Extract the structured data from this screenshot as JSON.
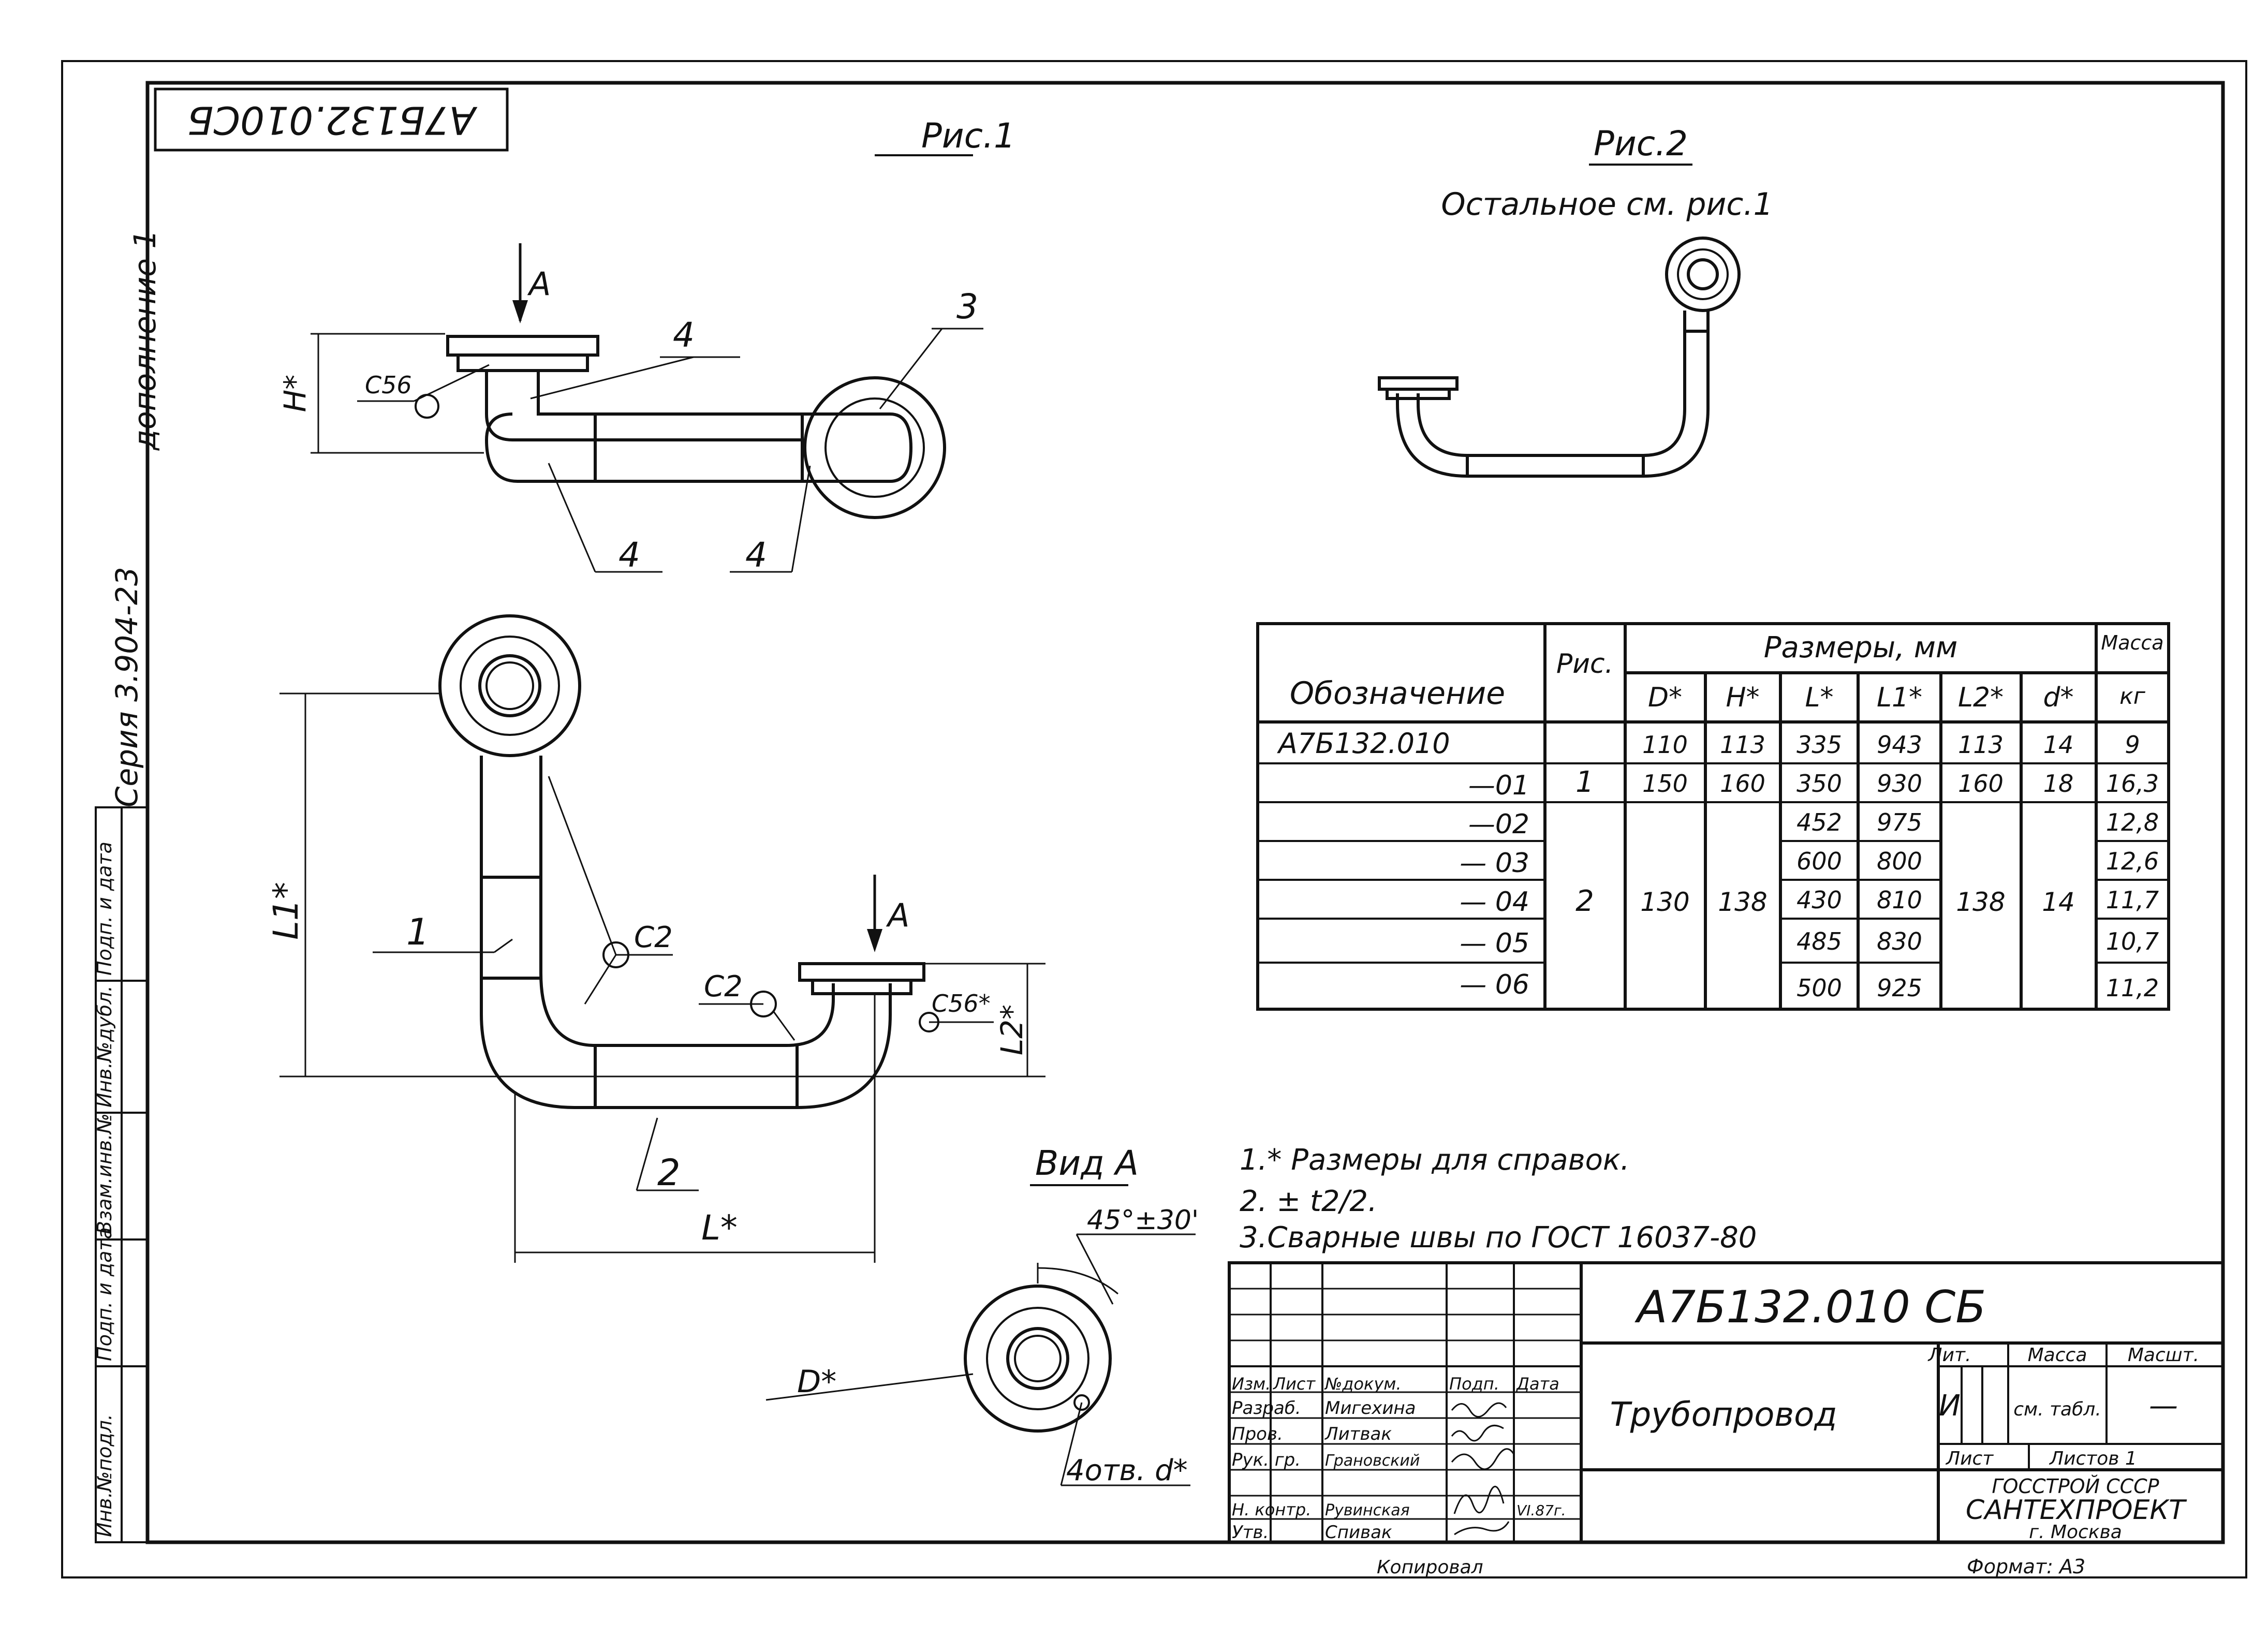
{
  "stamp_code": "А7Б132.010СБ",
  "side": {
    "supplement": "дополнение 1",
    "series": "Серия 3.904-23",
    "cells": [
      "Инв.№подл.",
      "Подп. и дата",
      "Взам.инв.№",
      "Инв.№дубл.",
      "Подп. и дата"
    ]
  },
  "fig1": {
    "title": "Рис.1",
    "view_arrow": "А",
    "dim_h": "H*",
    "weld_c56": "С56",
    "callouts": [
      "3",
      "4",
      "4",
      "4"
    ],
    "weld_c2_a": "С2",
    "weld_c2_b": "С2",
    "weld_c56_b": "С56*",
    "dim_l1": "L1*",
    "dim_l2": "L2*",
    "dim_l": "L*",
    "part1": "1",
    "part2": "2",
    "view_arrow_b": "А"
  },
  "fig2": {
    "title": "Рис.2",
    "subtitle": "Остальное см. рис.1"
  },
  "view_a": {
    "title": "Вид А",
    "angle": "45°±30'",
    "dia": "D*",
    "holes": "4отв. d*"
  },
  "table": {
    "head_designation": "Обозначение",
    "head_fig": "Рис.",
    "head_dims": "Размеры, мм",
    "head_mass": "Масса",
    "cols": [
      "D*",
      "H*",
      "L*",
      "L1*",
      "L2*",
      "d*",
      "кг"
    ],
    "rows": [
      {
        "name": "А7Б132.010",
        "L": "335",
        "L1": "943",
        "mass": "9"
      },
      {
        "name": "—01",
        "L": "350",
        "L1": "930",
        "mass": "16,3"
      },
      {
        "name": "—02",
        "L": "452",
        "L1": "975",
        "mass": "12,8"
      },
      {
        "name": "— 03",
        "L": "600",
        "L1": "800",
        "mass": "12,6"
      },
      {
        "name": "— 04",
        "L": "430",
        "L1": "810",
        "mass": "11,7"
      },
      {
        "name": "— 05",
        "L": "485",
        "L1": "830",
        "mass": "10,7"
      },
      {
        "name": "— 06",
        "L": "500",
        "L1": "925",
        "mass": "11,2"
      }
    ],
    "group1": {
      "fig": "1",
      "D": [
        "110",
        "150"
      ],
      "H": [
        "113",
        "160"
      ],
      "L2": [
        "113",
        "160"
      ],
      "d": [
        "14",
        "18"
      ]
    },
    "group2": {
      "fig": "2",
      "D": "130",
      "H": "138",
      "L2": "138",
      "d": "14"
    }
  },
  "notes": [
    "1.* Размеры для справок.",
    "2. ± t2/2.",
    "3.Сварные швы по ГОСТ 16037-80"
  ],
  "title_block": {
    "code": "А7Б132.010 СБ",
    "name": "Трубопровод",
    "hdr": [
      "Изм.",
      "Лист",
      "№докум.",
      "Подп.",
      "Дата"
    ],
    "roles": [
      {
        "role": "Разраб.",
        "person": "Мигехина"
      },
      {
        "role": "Пров.",
        "person": "Литвак"
      },
      {
        "role": "Рук. гр.",
        "person": "Грановский"
      },
      {
        "role": "Н. контр.",
        "person": "Рувинская"
      },
      {
        "role": "Утв.",
        "person": "Спивак"
      }
    ],
    "date": "VI.87г.",
    "lit_label": "Лит.",
    "mass_label": "Масса",
    "scale_label": "Масшт.",
    "lit_value": "И",
    "mass_value": "см. табл.",
    "scale_value": "—",
    "sheet_label": "Лист",
    "sheets_label": "Листов 1",
    "org1": "ГОССТРОЙ СССР",
    "org2": "САНТЕХПРОЕКТ",
    "org3": "г. Москва",
    "copied": "Копировал",
    "format": "Формат: А3"
  }
}
